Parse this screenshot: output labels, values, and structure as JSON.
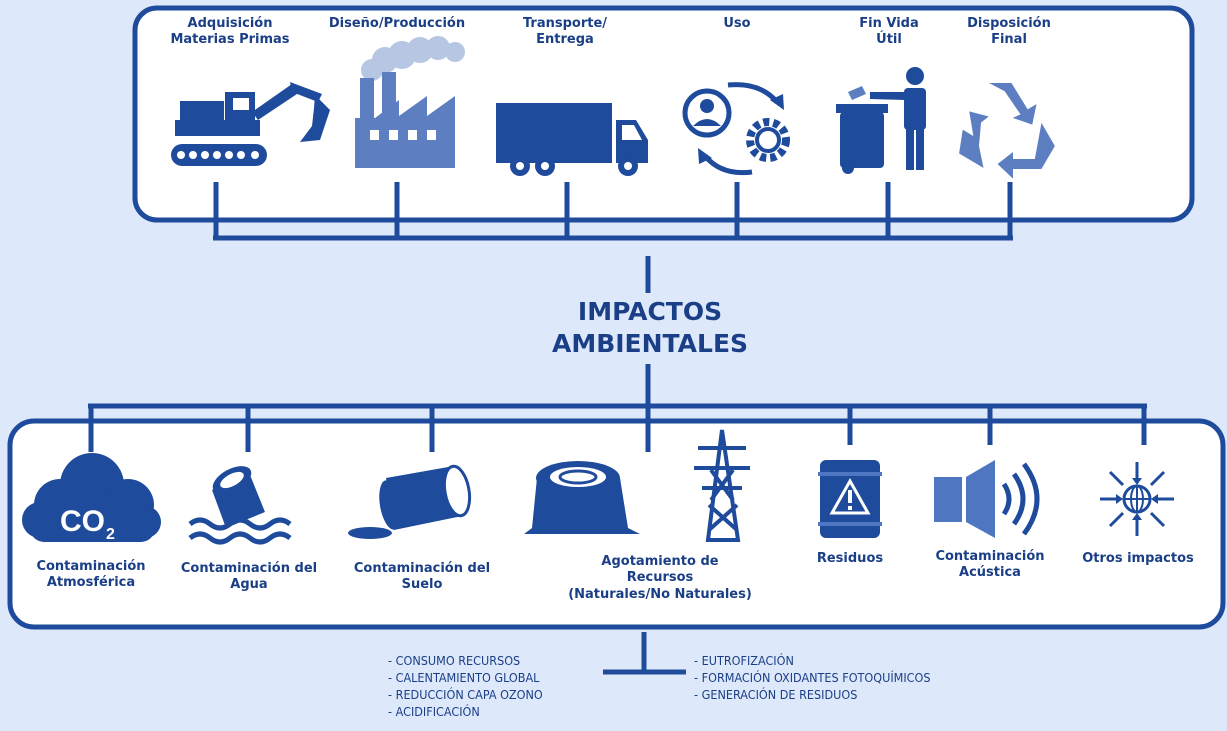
{
  "colors": {
    "primary": "#1f4b9c",
    "light": "#4f76c0",
    "background": "#dde8fb",
    "box": "#ffffff"
  },
  "title": {
    "line1": "IMPACTOS",
    "line2": "AMBIENTALES"
  },
  "stages": [
    {
      "label": "Adquisición\nMaterias Primas",
      "icon": "excavator-icon"
    },
    {
      "label": "Diseño/Producción",
      "icon": "factory-icon"
    },
    {
      "label": "Transporte/\nEntrega",
      "icon": "truck-icon"
    },
    {
      "label": "Uso",
      "icon": "user-cycle-gear-icon"
    },
    {
      "label": "Fin Vida\nÚtil",
      "icon": "trash-bin-person-icon"
    },
    {
      "label": "Disposición\nFinal",
      "icon": "recycle-icon"
    }
  ],
  "impacts": [
    {
      "label": "Contaminación\nAtmosférica",
      "icon": "co2-cloud-icon",
      "icon_text": "CO",
      "icon_sub": "2"
    },
    {
      "label": "Contaminación del\nAgua",
      "icon": "barrel-water-icon"
    },
    {
      "label": "Contaminación del\nSuelo",
      "icon": "spilled-barrel-icon"
    },
    {
      "label": "Agotamiento de\nRecursos\n(Naturales/No Naturales)",
      "icon": "stump-tower-icon"
    },
    {
      "label": "Residuos",
      "icon": "hazard-barrel-icon"
    },
    {
      "label": "Contaminación\nAcústica",
      "icon": "speaker-icon"
    },
    {
      "label": "Otros impactos",
      "icon": "globe-arrows-icon"
    }
  ],
  "categories_left": [
    "- CONSUMO RECURSOS",
    "- CALENTAMIENTO GLOBAL",
    "- REDUCCIÓN CAPA OZONO",
    "- ACIDIFICACIÓN"
  ],
  "categories_right": [
    "- EUTROFIZACIÓN",
    "- FORMACIÓN OXIDANTES FOTOQUÍMICOS",
    "- GENERACIÓN DE RESIDUOS"
  ]
}
